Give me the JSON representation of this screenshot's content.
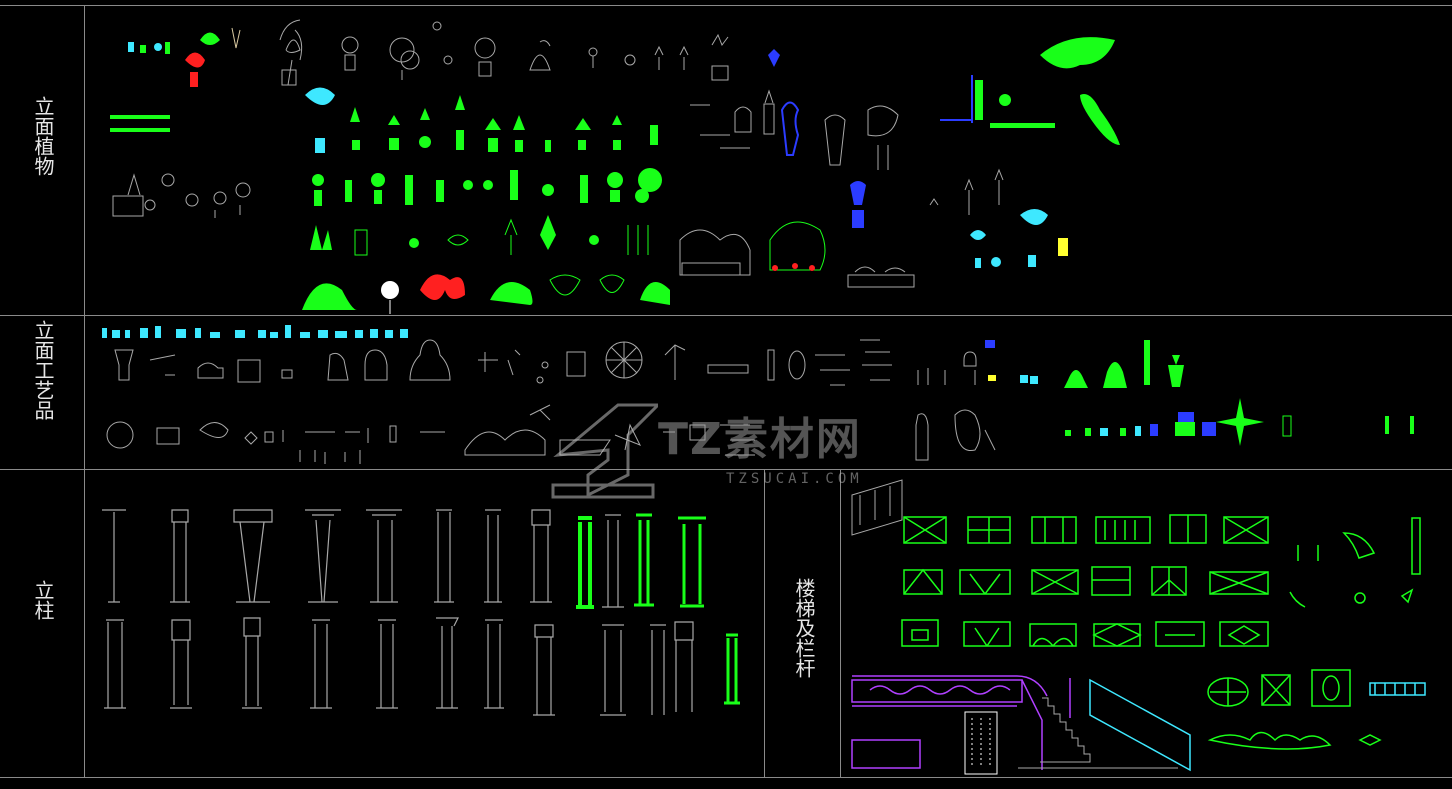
{
  "sections": [
    {
      "id": "plants",
      "label": "立面植物"
    },
    {
      "id": "crafts",
      "label": "立面工艺品"
    },
    {
      "id": "columns",
      "label": "立柱"
    },
    {
      "id": "stairs",
      "label": "楼梯及栏杆"
    }
  ],
  "watermark": {
    "brand": "TZ素材网",
    "url": "TZSUCAI.COM"
  },
  "colors": {
    "background": "#000000",
    "gridline": "#8a8a8a",
    "green": "#19ff19",
    "cyan": "#3ee8ff",
    "gray": "#a8a8a8",
    "red": "#ff2020",
    "blue": "#2b3cff",
    "magenta": "#b040ff",
    "yellow": "#ffff30"
  }
}
